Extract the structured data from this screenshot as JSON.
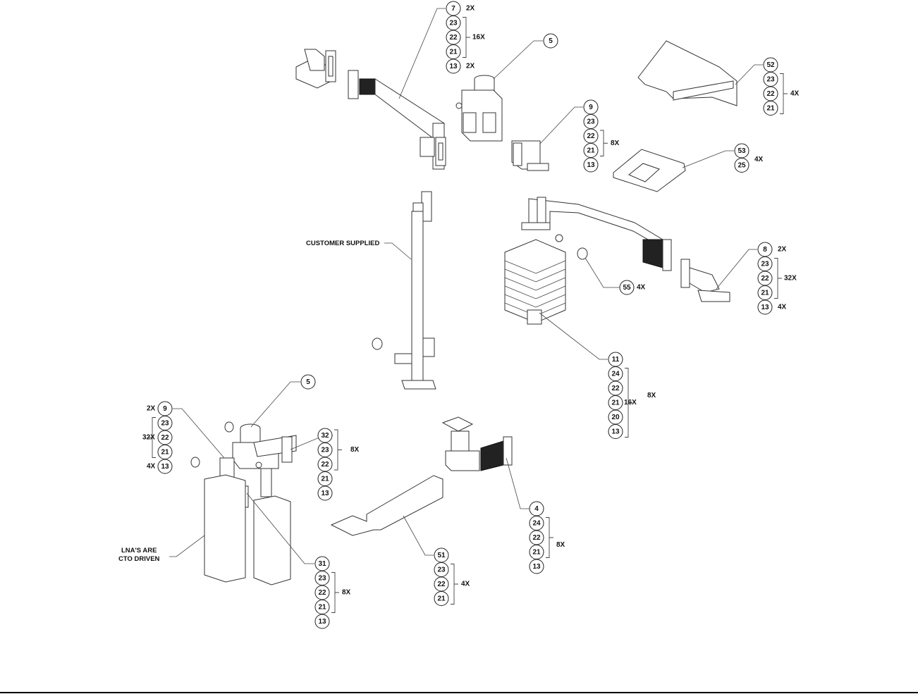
{
  "drawing": {
    "title": "Waveguide / LNA assembly exploded view",
    "notes": {
      "customer_supplied": "CUSTOMER SUPPLIED",
      "lna_line1": "LNA'S ARE",
      "lna_line2": "CTO DRIVEN"
    },
    "callout_groups": [
      {
        "id": "g7",
        "balloons": [
          "7",
          "23",
          "22",
          "21",
          "13"
        ],
        "quantities": [
          {
            "after": "7",
            "text": "2X"
          },
          {
            "bracket": "23-21",
            "text": "16X"
          },
          {
            "after": "13",
            "text": "2X"
          }
        ]
      },
      {
        "id": "g5a",
        "balloons": [
          "5"
        ],
        "quantities": []
      },
      {
        "id": "g52",
        "balloons": [
          "52",
          "23",
          "22",
          "21"
        ],
        "quantities": [
          {
            "bracket": "23-21",
            "text": "4X"
          }
        ]
      },
      {
        "id": "g9a",
        "balloons": [
          "9",
          "23",
          "22",
          "21",
          "13"
        ],
        "quantities": [
          {
            "bracket": "22-21",
            "text": "8X"
          }
        ]
      },
      {
        "id": "g53",
        "balloons": [
          "53",
          "25"
        ],
        "quantities": [
          {
            "after": "53-25",
            "text": "4X"
          }
        ]
      },
      {
        "id": "g55",
        "balloons": [
          "55"
        ],
        "quantities": [
          {
            "after": "55",
            "text": "4X"
          }
        ]
      },
      {
        "id": "g8",
        "balloons": [
          "8",
          "23",
          "22",
          "21",
          "13"
        ],
        "quantities": [
          {
            "after": "8",
            "text": "2X"
          },
          {
            "bracket": "23-21",
            "text": "32X"
          },
          {
            "after": "13",
            "text": "4X"
          }
        ]
      },
      {
        "id": "g11",
        "balloons": [
          "11",
          "24",
          "22",
          "21",
          "20",
          "13"
        ],
        "quantities": [
          {
            "inner": "21",
            "text": "16X"
          },
          {
            "bracket": "24-13",
            "text": "8X"
          }
        ]
      },
      {
        "id": "g5b",
        "balloons": [
          "5"
        ],
        "quantities": []
      },
      {
        "id": "g9b",
        "balloons": [
          "9",
          "23",
          "22",
          "21",
          "13"
        ],
        "quantities": [
          {
            "before": "9",
            "text": "2X"
          },
          {
            "bracket": "23-21",
            "text": "32X"
          },
          {
            "before": "13",
            "text": "4X"
          }
        ]
      },
      {
        "id": "g32",
        "balloons": [
          "32",
          "23",
          "22",
          "21",
          "13"
        ],
        "quantities": [
          {
            "bracket": "32-22",
            "text": "8X"
          }
        ]
      },
      {
        "id": "g31",
        "balloons": [
          "31",
          "23",
          "22",
          "21",
          "13"
        ],
        "quantities": [
          {
            "bracket": "23-21",
            "text": "8X"
          }
        ]
      },
      {
        "id": "g51",
        "balloons": [
          "51",
          "23",
          "22",
          "21"
        ],
        "quantities": [
          {
            "bracket": "23-21",
            "text": "4X"
          }
        ]
      },
      {
        "id": "g4",
        "balloons": [
          "4",
          "24",
          "22",
          "21",
          "13"
        ],
        "quantities": [
          {
            "bracket": "24-21",
            "text": "8X"
          }
        ]
      }
    ]
  }
}
